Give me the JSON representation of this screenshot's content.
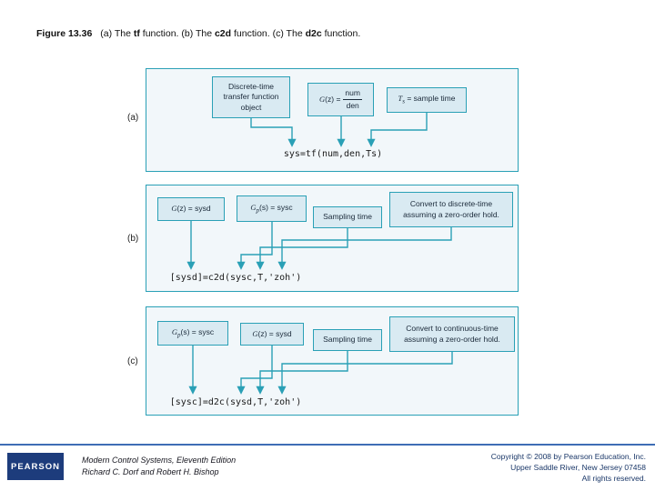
{
  "caption": {
    "figure": "Figure 13.36",
    "t1": "(a) The ",
    "f1": "tf",
    "t2": " function. (b) The ",
    "f2": "c2d",
    "t3": " function. (c) The ",
    "f3": "d2c",
    "t4": " function."
  },
  "colors": {
    "diagram_teal": "#2AA0B6",
    "box_fill": "#D9EAF2",
    "panel_fill": "#F2F7FA",
    "pearson_navy": "#1D3C7C",
    "footer_line_blue": "#3E6DB5",
    "copyright_text": "#1A3768"
  },
  "panel_a": {
    "label": "(a)",
    "box1": "Discrete-time transfer function object",
    "box2": {
      "g": "G",
      "args": "(z) =",
      "num": "num",
      "den": "den"
    },
    "box3": {
      "t": "T",
      "sub": "s",
      "rest": " = sample time"
    },
    "formula": "sys=tf(num,den,Ts)"
  },
  "panel_b": {
    "label": "(b)",
    "box1": {
      "g": "G",
      "rest": "(z) = sysd"
    },
    "box2": {
      "g": "G",
      "sub": "p",
      "rest": "(s) = sysc"
    },
    "box3": "Sampling time",
    "box4": "Convert to discrete-time assuming a zero-order hold.",
    "formula": "[sysd]=c2d(sysc,T,'zoh')"
  },
  "panel_c": {
    "label": "(c)",
    "box1": {
      "g": "G",
      "sub": "p",
      "rest": "(s) = sysc"
    },
    "box2": {
      "g": "G",
      "rest": "(z) = sysd"
    },
    "box3": "Sampling time",
    "box4": "Convert to continuous-time assuming a zero-order hold.",
    "formula": "[sysc]=d2c(sysd,T,'zoh')"
  },
  "footer": {
    "logo": "PEARSON",
    "book_title": "Modern Control Systems, Eleventh Edition",
    "authors": "Richard C. Dorf and Robert H. Bishop",
    "copyright": [
      "Copyright © 2008 by Pearson Education, Inc.",
      "Upper Saddle River, New Jersey 07458",
      "All rights reserved."
    ]
  }
}
